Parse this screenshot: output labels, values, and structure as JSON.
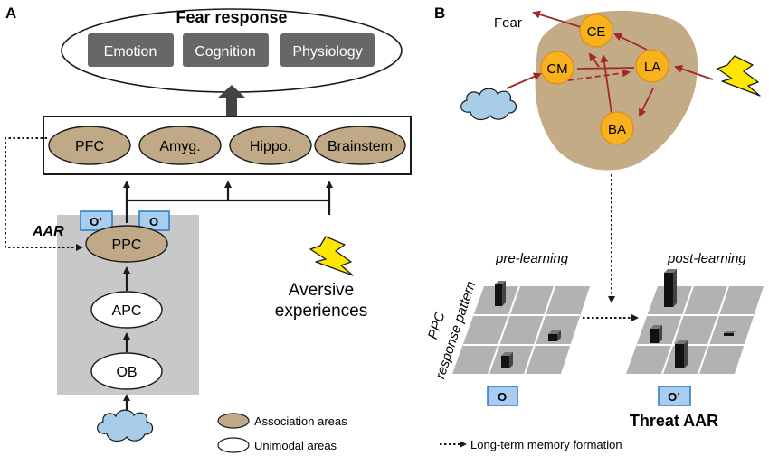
{
  "panel_a": {
    "label": "A",
    "fear_response": {
      "title": "Fear response",
      "boxes": [
        "Emotion",
        "Cognition",
        "Physiology"
      ]
    },
    "regions": [
      "PFC",
      "Amyg.",
      "Hippo.",
      "Brainstem"
    ],
    "aar_label": "AAR",
    "odor_tags": [
      "O’",
      "O"
    ],
    "pathway": [
      "PPC",
      "APC",
      "OB"
    ],
    "aversive": [
      "Aversive",
      "experiences"
    ],
    "legend": {
      "association": "Association areas",
      "unimodal": "Unimodal areas"
    }
  },
  "panel_b": {
    "label": "B",
    "fear_label": "Fear",
    "nuclei": [
      "CE",
      "CM",
      "LA",
      "BA"
    ],
    "pre_label": "pre-learning",
    "post_label": "post-learning",
    "axis_label": [
      "PPC",
      "response pattern"
    ],
    "odor_pre": "O",
    "odor_post": "O’",
    "threat_label": "Threat AAR",
    "memory_legend": "Long-term memory formation"
  },
  "colors": {
    "association_fill": "#bfa987",
    "nucleus_fill": "#f7b21e",
    "amygdala_fill": "#c3ab85",
    "arrow_red": "#a3272b",
    "gray_box": "#c8c8c8",
    "dark_box": "#676767",
    "odor_tag_fill": "#a8cdee",
    "odor_tag_stroke": "#2f7fc8",
    "cloud_fill": "#a7cde9",
    "bolt_fill": "#ffe600"
  }
}
